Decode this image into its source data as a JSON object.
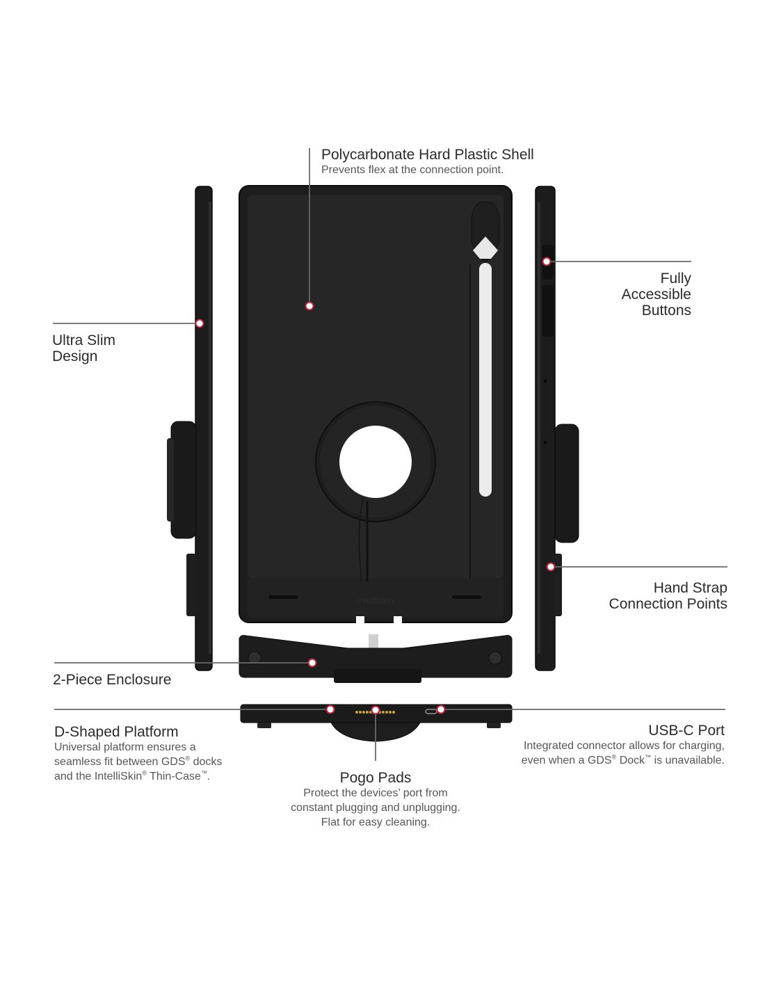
{
  "callouts": {
    "shell": {
      "title": "Polycarbonate Hard Plastic Shell",
      "desc": "Prevents flex at the connection point."
    },
    "buttons": {
      "line1": "Fully",
      "line2": "Accessible",
      "line3": "Buttons"
    },
    "slim": {
      "line1": "Ultra Slim",
      "line2": "Design"
    },
    "strap": {
      "line1": "Hand Strap",
      "line2": "Connection Points"
    },
    "enclosure": {
      "title": "2-Piece Enclosure"
    },
    "platform": {
      "title": "D-Shaped Platform",
      "desc1": "Universal platform ensures a",
      "desc2_pre": "seamless fit between GDS",
      "desc2_sup": "®",
      "desc2_post": " docks",
      "desc3_pre": "and the IntelliSkin",
      "desc3_sup1": "®",
      "desc3_mid": " Thin-Case",
      "desc3_sup2": "™",
      "desc3_post": "."
    },
    "usbc": {
      "title": "USB-C Port",
      "desc1": "Integrated connector allows for charging,",
      "desc2_pre": "even when a GDS",
      "desc2_sup1": "®",
      "desc2_mid": " Dock",
      "desc2_sup2": "™",
      "desc2_post": " is unavailable."
    },
    "pogo": {
      "title": "Pogo Pads",
      "desc1": "Protect the devices’ port from",
      "desc2": "constant plugging and unplugging.",
      "desc3": "Flat for easy cleaning."
    }
  },
  "product": {
    "brand_mark": "intelliskin"
  },
  "colors": {
    "case": "#1f1f1f",
    "case_edge": "#0d0d0d",
    "case_inner": "#2a2a2a",
    "leader": "#6a6a6a",
    "marker_ring": "#c0223a",
    "marker_fill": "#ffffff"
  }
}
